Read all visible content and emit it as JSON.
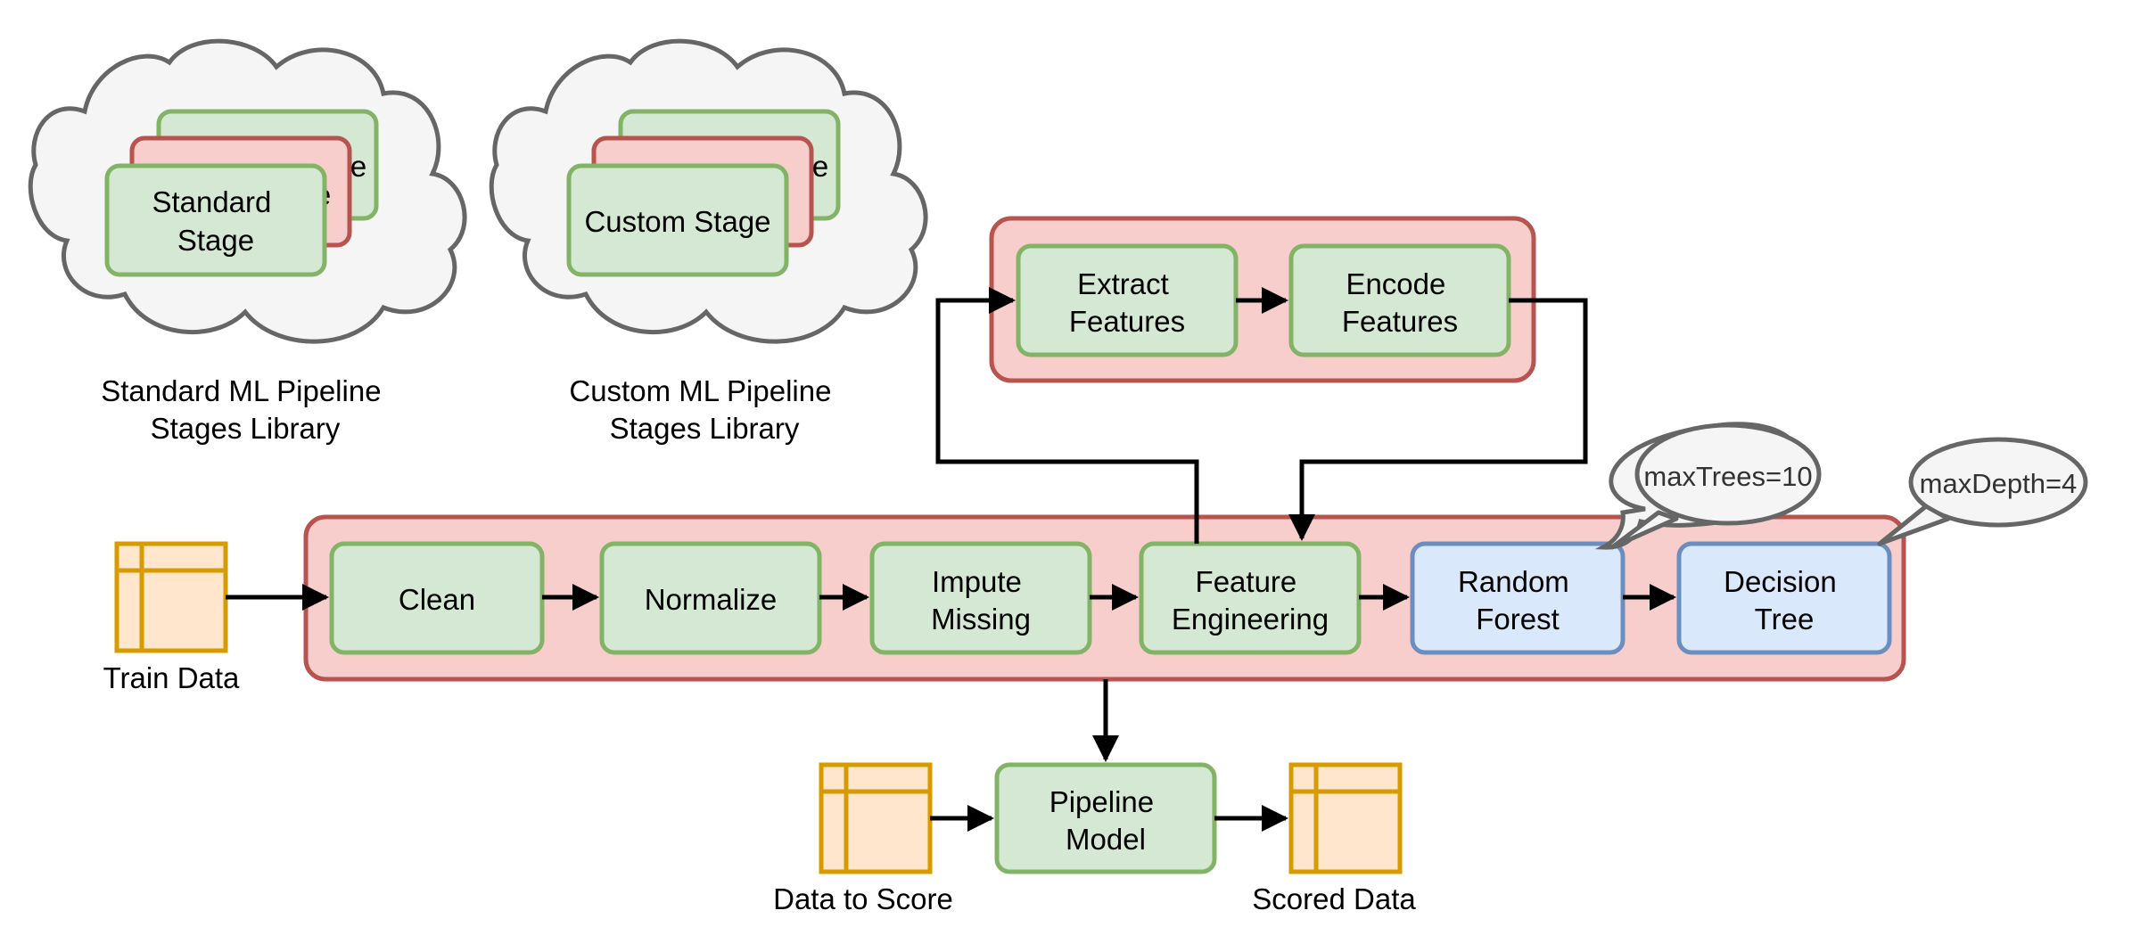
{
  "libraries": {
    "standard": {
      "stage_label": "Standard Stage",
      "stage_lines": [
        "Standard",
        "Stage"
      ],
      "back_glyph": "e",
      "caption_lines": [
        "Standard ML Pipeline",
        "Stages Library"
      ]
    },
    "custom": {
      "stage_label": "Custom Stage",
      "back_glyph": "e",
      "caption_lines": [
        "Custom ML Pipeline",
        "Stages Library"
      ]
    }
  },
  "subpipeline": {
    "extract": [
      "Extract",
      "Features"
    ],
    "encode": [
      "Encode",
      "Features"
    ]
  },
  "pipeline": {
    "clean": [
      "Clean"
    ],
    "normalize": [
      "Normalize"
    ],
    "impute": [
      "Impute",
      "Missing"
    ],
    "feature_engineering": [
      "Feature",
      "Engineering"
    ],
    "random_forest": [
      "Random",
      "Forest"
    ],
    "decision_tree": [
      "Decision",
      "Tree"
    ]
  },
  "params": {
    "random_forest": "maxTrees=10",
    "decision_tree": "maxDepth=4"
  },
  "data": {
    "train": "Train Data",
    "to_score": "Data to Score",
    "scored": "Scored Data"
  },
  "model": [
    "Pipeline",
    "Model"
  ],
  "colors": {
    "stage_fill": "#d5e8d4",
    "stage_stroke": "#82b366",
    "group_fill": "#f8cecc",
    "group_stroke": "#b85450",
    "estimator_fill": "#dae8fc",
    "estimator_stroke": "#6c8ebf",
    "data_fill": "#ffe6cc",
    "data_stroke": "#d79b00",
    "cloud_fill": "#f5f5f5",
    "cloud_stroke": "#666666"
  },
  "icons": [
    "cloud-shape",
    "table-icon",
    "callout-bubble",
    "arrow"
  ]
}
